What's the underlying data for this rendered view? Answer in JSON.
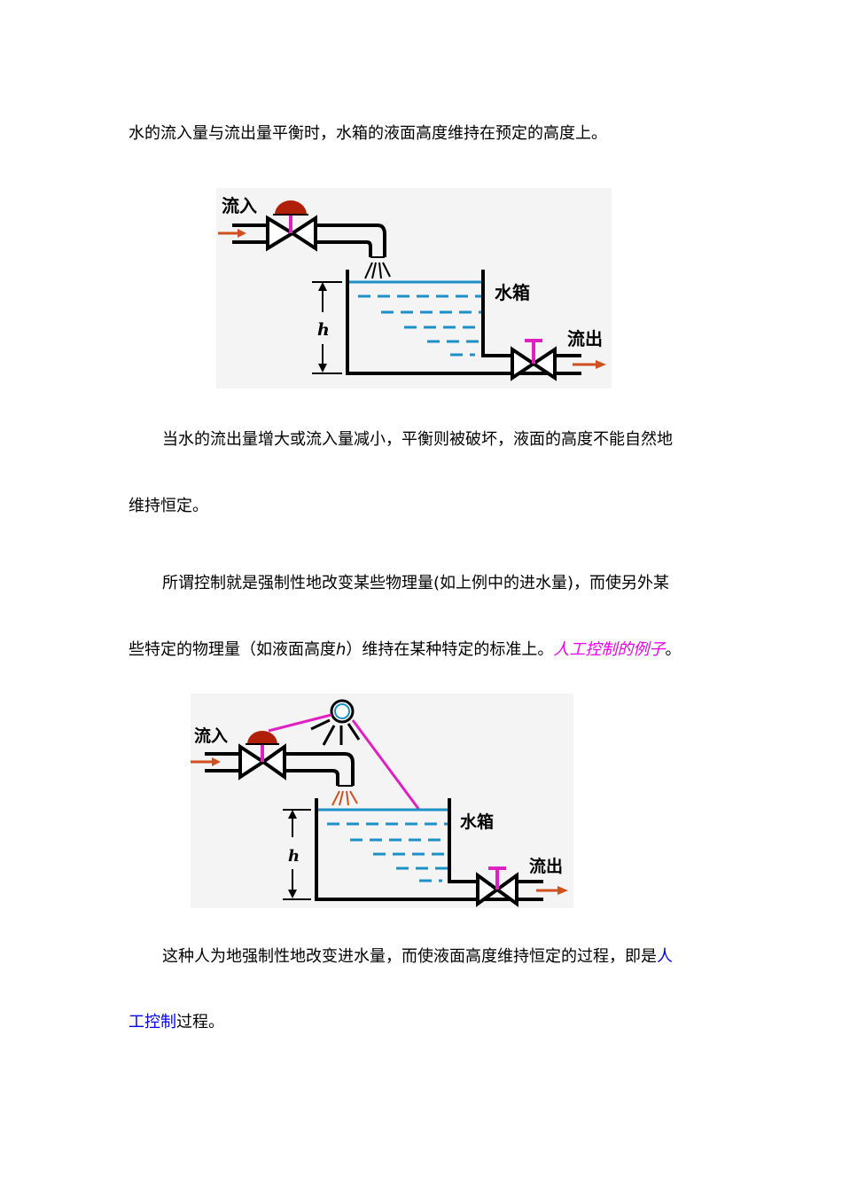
{
  "paragraphs": {
    "p1": "水的流入量与流出量平衡时，水箱的液面高度维持在预定的高度上。",
    "p2_line1": "当水的流出量增大或流入量减小，平衡则被破坏，液面的高度不能自然地",
    "p2_line2": "维持恒定。",
    "p3_line1": "所谓控制就是强制性地改变某些物理量(如上例中的进水量)，而使另外某",
    "p3_line2_a": "些特定的物理量（如液面高度",
    "p3_line2_h": "h",
    "p3_line2_b": "）维持在某种特定的标准上。",
    "p3_link": "人工控制的例子",
    "p3_end": "。",
    "p4_line1_a": "这种人为地强制性地改变进水量，而使液面高度维持恒定的过程，即是",
    "p4_line1_link": "人",
    "p4_line2_link": "工控制",
    "p4_line2_b": "过程。"
  },
  "figure1": {
    "inflow_label": "流入",
    "tank_label": "水箱",
    "outflow_label": "流出",
    "height_label": "h"
  },
  "figure2": {
    "inflow_label": "流入",
    "tank_label": "水箱",
    "outflow_label": "流出",
    "height_label": "h"
  },
  "colors": {
    "water": "#1e90c8",
    "valve_handle": "#e020c0",
    "valve_cap": "#b02008",
    "arrow": "#d05020",
    "link_pink": "#ee00ee",
    "link_blue": "#0000ee"
  }
}
